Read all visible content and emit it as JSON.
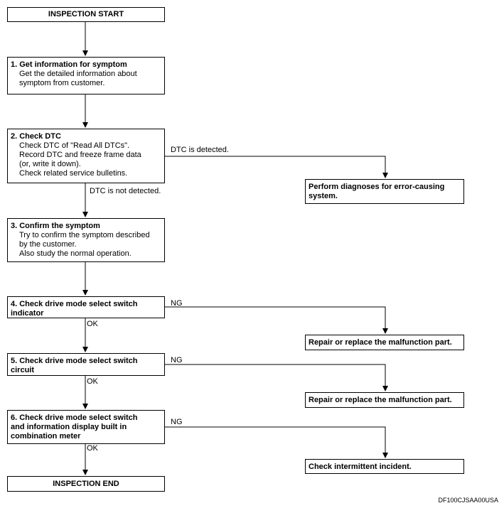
{
  "start": "INSPECTION START",
  "end": "INSPECTION END",
  "steps": [
    {
      "title": "1. Get information for symptom",
      "lines": [
        "Get the detailed information about",
        "symptom from customer."
      ]
    },
    {
      "title": "2. Check DTC",
      "lines": [
        "Check DTC of \"Read All DTCs\".",
        "Record DTC and freeze frame data",
        "(or, write it down).",
        "Check related service bulletins."
      ]
    },
    {
      "title": "3. Confirm the symptom",
      "lines": [
        "Try to confirm the symptom described",
        "by the customer.",
        "Also study the normal operation."
      ]
    },
    {
      "title_lines": [
        "4. Check drive mode select switch",
        "indicator"
      ]
    },
    {
      "title_lines": [
        "5. Check drive mode select switch",
        "circuit"
      ]
    },
    {
      "title_lines": [
        "6. Check drive mode select switch",
        "and information display built in",
        "combination meter"
      ]
    }
  ],
  "results": {
    "dtc": [
      "Perform diagnoses for error-causing",
      "system."
    ],
    "r4": "Repair or replace the malfunction part.",
    "r5": "Repair or replace the malfunction part.",
    "r6": "Check intermittent incident."
  },
  "labels": {
    "dtc_detected": "DTC is detected.",
    "dtc_not_detected": "DTC is not detected.",
    "ng4": "NG",
    "ok4": "OK",
    "ng5": "NG",
    "ok5": "OK",
    "ng6": "NG",
    "ok6": "OK"
  },
  "figure_id": "DF100CJSAA00USA"
}
